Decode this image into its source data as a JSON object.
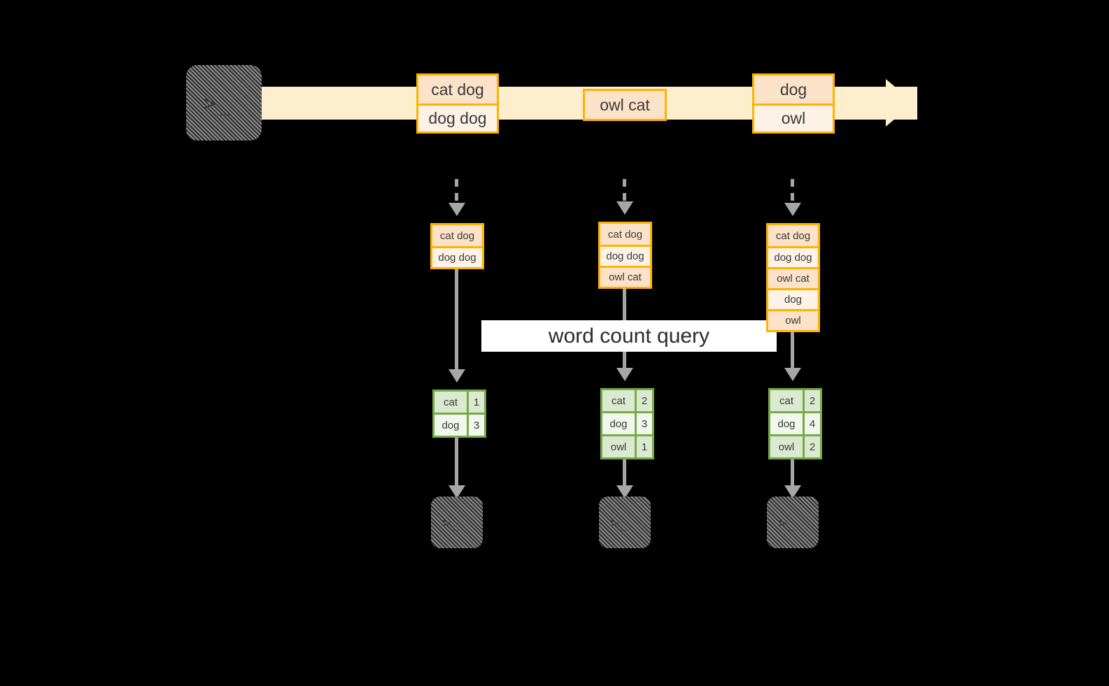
{
  "diagram": {
    "title_banner": "word count query",
    "colors": {
      "background": "#000000",
      "stream_fill": "#fdeecd",
      "record_border": "#ffb300",
      "record_fill_light": "#fdf2e6",
      "record_fill_shade": "#fbe2c8",
      "table_border": "#74ab48",
      "table_fill_light": "#f2f7ee",
      "table_fill_shade": "#dbe9d0",
      "connector": "#a6a6a6",
      "terminal_fill": "#7f7f7f",
      "banner_fill": "#ffffff",
      "text": "#3a3a3a"
    },
    "source_terminal": {
      "icon": "terminal-icon",
      "prompt": ">_"
    },
    "stream": {
      "icon": "right-arrow-icon",
      "records": [
        {
          "name": "record-group-1",
          "lines": [
            "cat dog",
            "dog dog"
          ]
        },
        {
          "name": "record-group-2",
          "lines": [
            "owl cat"
          ]
        },
        {
          "name": "record-group-3",
          "lines": [
            "dog",
            "owl"
          ]
        }
      ]
    },
    "snapshots": [
      {
        "name": "snapshot-1",
        "state_lines": [
          "cat dog",
          "dog dog"
        ],
        "result": {
          "rows": [
            {
              "word": "cat",
              "count": "1"
            },
            {
              "word": "dog",
              "count": "3"
            }
          ]
        },
        "sink": {
          "icon": "terminal-icon",
          "prompt": ">_"
        }
      },
      {
        "name": "snapshot-2",
        "state_lines": [
          "cat dog",
          "dog dog",
          "owl cat"
        ],
        "result": {
          "rows": [
            {
              "word": "cat",
              "count": "2"
            },
            {
              "word": "dog",
              "count": "3"
            },
            {
              "word": "owl",
              "count": "1"
            }
          ]
        },
        "sink": {
          "icon": "terminal-icon",
          "prompt": ">_"
        }
      },
      {
        "name": "snapshot-3",
        "state_lines": [
          "cat dog",
          "dog dog",
          "owl cat",
          "dog",
          "owl"
        ],
        "result": {
          "rows": [
            {
              "word": "cat",
              "count": "2"
            },
            {
              "word": "dog",
              "count": "4"
            },
            {
              "word": "owl",
              "count": "2"
            }
          ]
        },
        "sink": {
          "icon": "terminal-icon",
          "prompt": ">_"
        }
      }
    ]
  }
}
